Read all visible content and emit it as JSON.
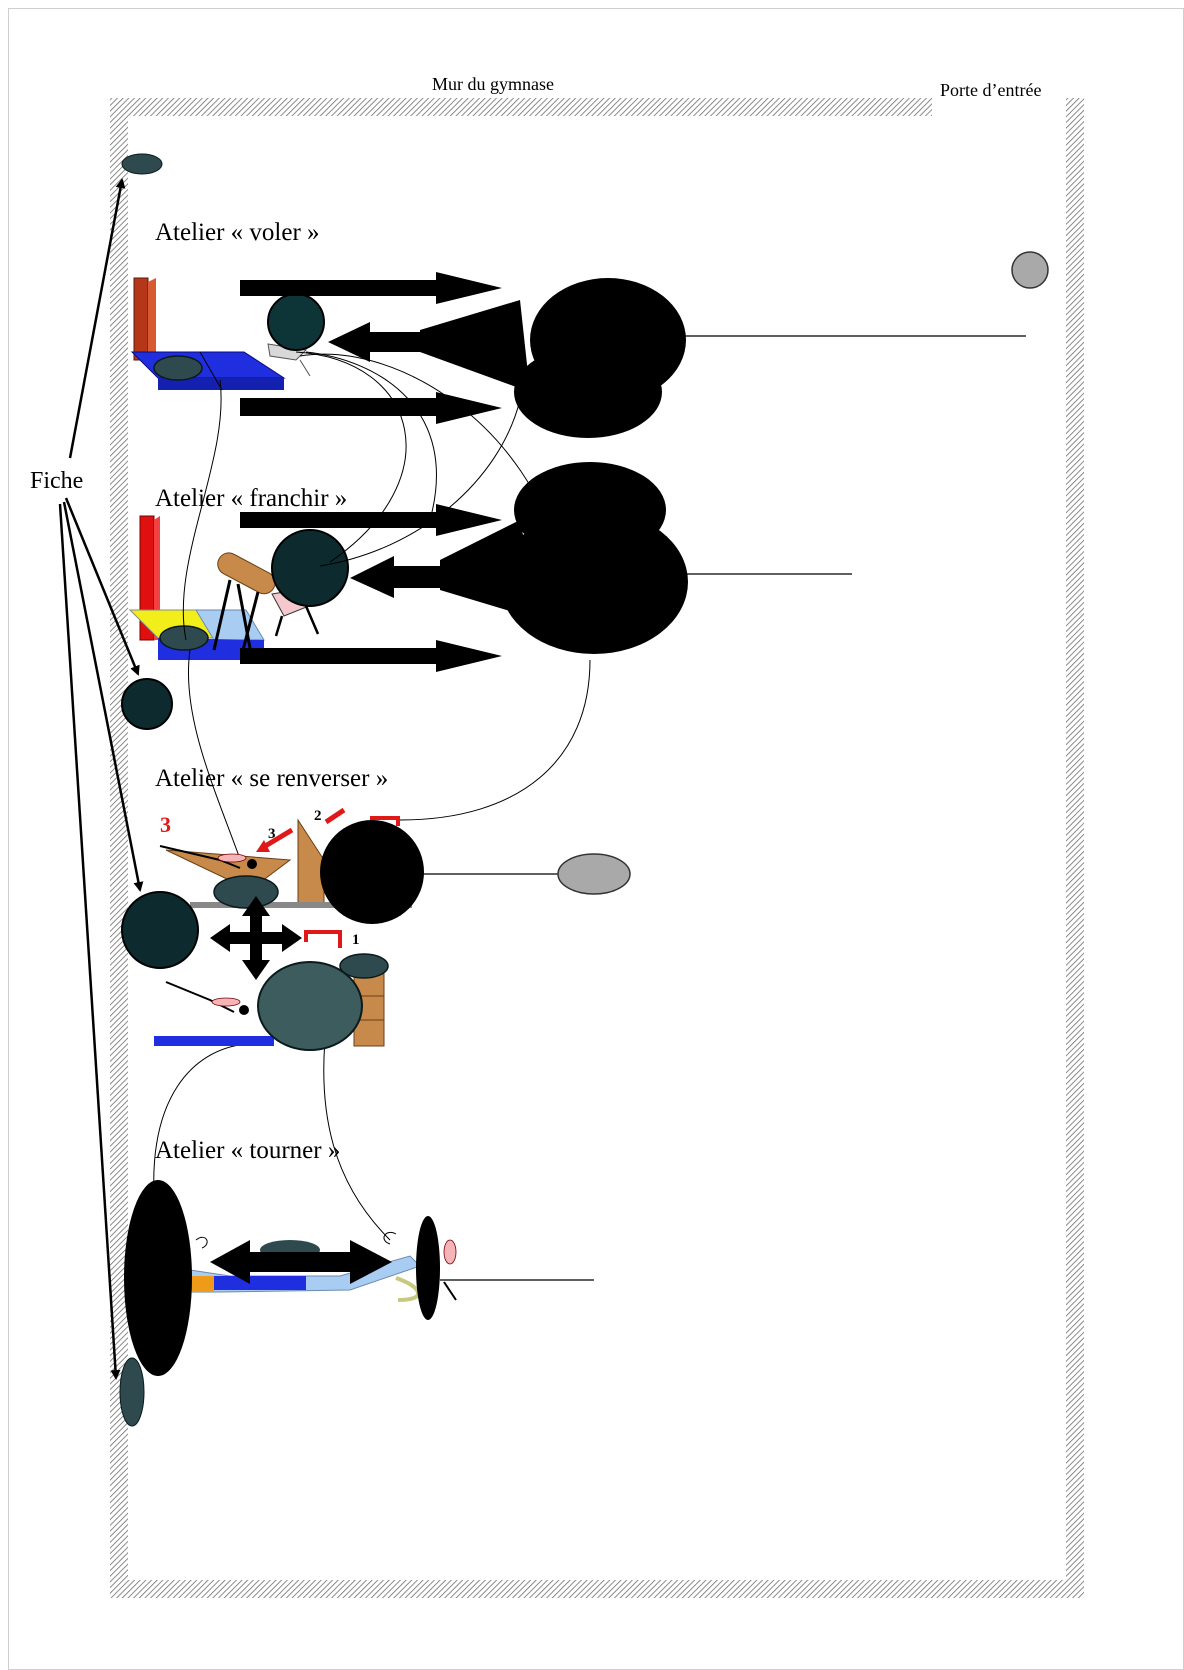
{
  "labels": {
    "wall": "Mur du gymnase",
    "door": "Porte d’entrée",
    "sheet": "Fiche"
  },
  "workshops": [
    {
      "id": "voler",
      "title": "Atelier  « voler »"
    },
    {
      "id": "franchir",
      "title": "Atelier  « franchir »"
    },
    {
      "id": "renverser",
      "title": "Atelier  « se renverser »"
    },
    {
      "id": "tourner",
      "title": "Atelier  « tourner »"
    }
  ],
  "step_numbers": [
    "3",
    "3",
    "2",
    "1"
  ],
  "colors": {
    "hatch": "#7a7a7a",
    "mat_blue": "#1f2fe0",
    "mat_light_blue": "#a9cdf2",
    "mat_yellow": "#f2ee1a",
    "wall_red": "#e01010",
    "wall_brown_red": "#b5371a",
    "wood": "#c88a4a",
    "ellipse_dark": "#2e4a4e",
    "ellipse_dark_teal": "#0d2a2e",
    "ellipse_grey": "#a9a9a9",
    "arrow_red": "#e01818",
    "orange": "#f09a1a"
  },
  "icons": [
    "four-way-arrow-icon",
    "double-arrow-icon",
    "right-arrow-icon",
    "left-arrow-icon"
  ]
}
